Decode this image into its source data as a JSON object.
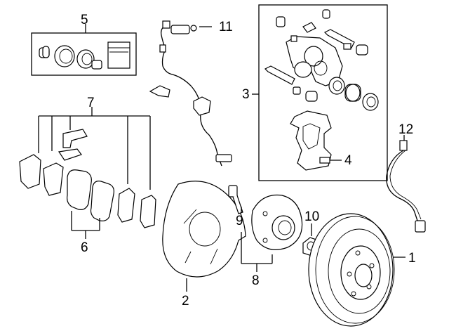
{
  "callouts": {
    "c1": "1",
    "c2": "2",
    "c3": "3",
    "c4": "4",
    "c5": "5",
    "c6": "6",
    "c7": "7",
    "c8": "8",
    "c9": "9",
    "c10": "10",
    "c11": "11",
    "c12": "12"
  },
  "parts": [
    {
      "callout": "1",
      "icon": "brake-rotor-icon"
    },
    {
      "callout": "2",
      "icon": "dust-shield-icon"
    },
    {
      "callout": "3",
      "icon": "caliper-assembly-icon"
    },
    {
      "callout": "4",
      "icon": "caliper-support-bracket-icon"
    },
    {
      "callout": "5",
      "icon": "repair-kit-icon"
    },
    {
      "callout": "6",
      "icon": "brake-pad-icon"
    },
    {
      "callout": "7",
      "icon": "anti-rattle-clip-icon"
    },
    {
      "callout": "8",
      "icon": "wheel-hub-icon"
    },
    {
      "callout": "9",
      "icon": "wheel-stud-icon"
    },
    {
      "callout": "10",
      "icon": "hub-nut-icon"
    },
    {
      "callout": "11",
      "icon": "abs-sensor-icon"
    },
    {
      "callout": "12",
      "icon": "brake-hose-icon"
    }
  ]
}
